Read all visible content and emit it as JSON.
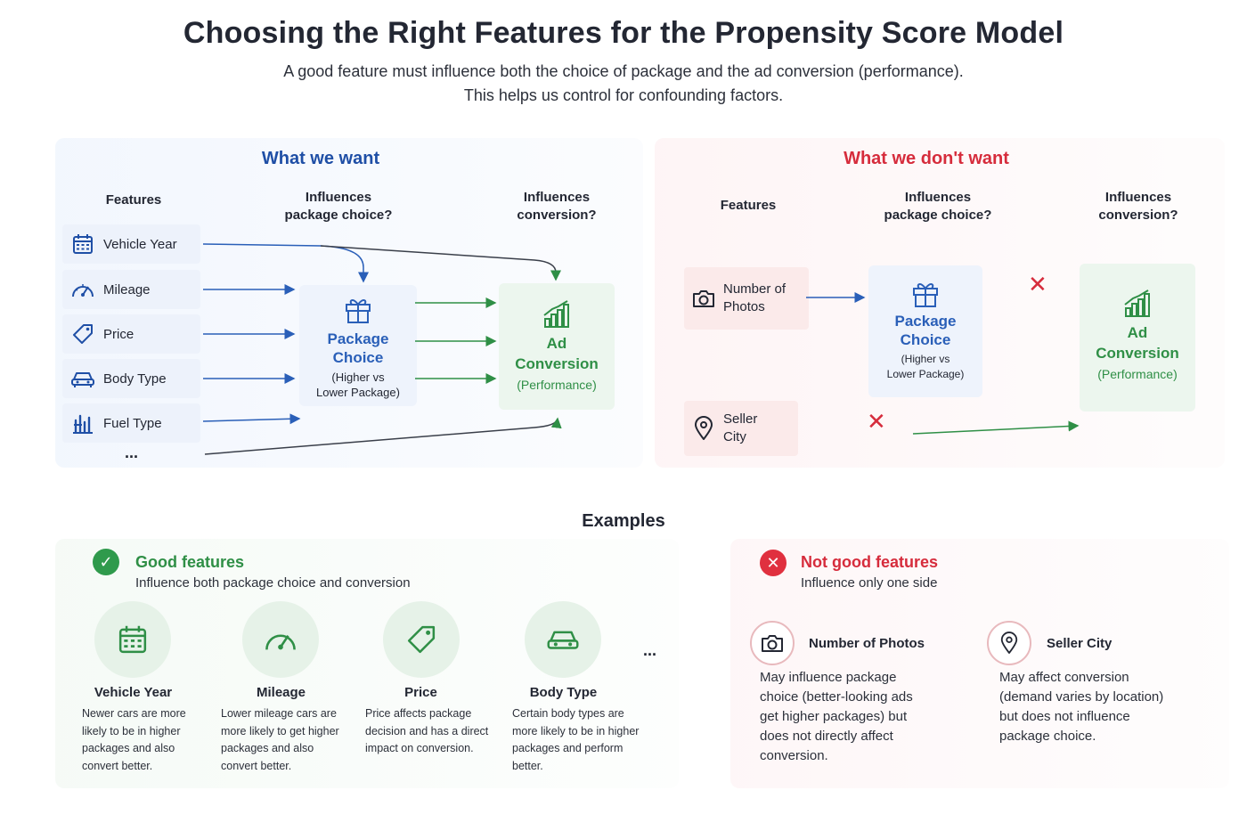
{
  "header": {
    "title": "Choosing the Right Features for the Propensity Score Model",
    "subtitle_line1": "A good feature must influence both the choice of package and the ad conversion (performance).",
    "subtitle_line2": "This helps us control for confounding factors."
  },
  "want": {
    "heading": "What we want",
    "col_features": "Features",
    "col_package_1": "Influences",
    "col_package_2": "package choice?",
    "col_conversion_1": "Influences",
    "col_conversion_2": "conversion?",
    "features": [
      {
        "label": "Vehicle Year",
        "icon": "calendar-icon"
      },
      {
        "label": "Mileage",
        "icon": "speedometer-icon"
      },
      {
        "label": "Price",
        "icon": "price-tag-icon"
      },
      {
        "label": "Body Type",
        "icon": "car-icon"
      },
      {
        "label": "Fuel Type",
        "icon": "fuel-pump-icon"
      }
    ],
    "more": "...",
    "package_name_1": "Package",
    "package_name_2": "Choice",
    "package_note_1": "(Higher vs",
    "package_note_2": "Lower Package)",
    "ad_name_1": "Ad",
    "ad_name_2": "Conversion",
    "ad_note": "(Performance)"
  },
  "dont_want": {
    "heading": "What we don't want",
    "col_features": "Features",
    "col_package_1": "Influences",
    "col_package_2": "package choice?",
    "col_conversion_1": "Influences",
    "col_conversion_2": "conversion?",
    "feature_photos_1": "Number of",
    "feature_photos_2": "Photos",
    "feature_city_1": "Seller",
    "feature_city_2": "City",
    "package_name_1": "Package",
    "package_name_2": "Choice",
    "package_note_1": "(Higher vs",
    "package_note_2": "Lower Package)",
    "ad_name_1": "Ad",
    "ad_name_2": "Conversion",
    "ad_note": "(Performance)",
    "x_mark": "✕"
  },
  "examples": {
    "heading": "Examples",
    "good": {
      "title": "Good features",
      "description": "Influence both package choice and conversion",
      "more": "...",
      "cards": [
        {
          "name": "Vehicle Year",
          "icon": "calendar-icon",
          "lines": [
            "Newer cars are more",
            "likely to be in higher",
            "packages and also",
            "convert better."
          ]
        },
        {
          "name": "Mileage",
          "icon": "speedometer-icon",
          "lines": [
            "Lower mileage cars are",
            "more likely to get higher",
            "packages and also",
            "convert better."
          ]
        },
        {
          "name": "Price",
          "icon": "price-tag-icon",
          "lines": [
            "Price affects package",
            "decision and has a direct",
            "impact on conversion."
          ]
        },
        {
          "name": "Body Type",
          "icon": "car-icon",
          "lines": [
            "Certain body types are",
            "more likely to be in higher",
            "packages and perform",
            "better."
          ]
        }
      ]
    },
    "bad": {
      "title": "Not good features",
      "description": "Influence only one side",
      "cards": [
        {
          "name": "Number of Photos",
          "icon": "camera-icon",
          "lines": [
            "May influence package",
            "choice (better-looking ads",
            "get higher packages) but",
            "does not directly affect",
            "conversion."
          ]
        },
        {
          "name": "Seller City",
          "icon": "location-pin-icon",
          "lines": [
            "May affect conversion",
            "(demand varies by location)",
            "but does not influence",
            "package choice."
          ]
        }
      ]
    }
  },
  "colors": {
    "blue": "#1f4fa6",
    "red": "#d62c3c",
    "green": "#2f8f46",
    "text": "#232733"
  }
}
